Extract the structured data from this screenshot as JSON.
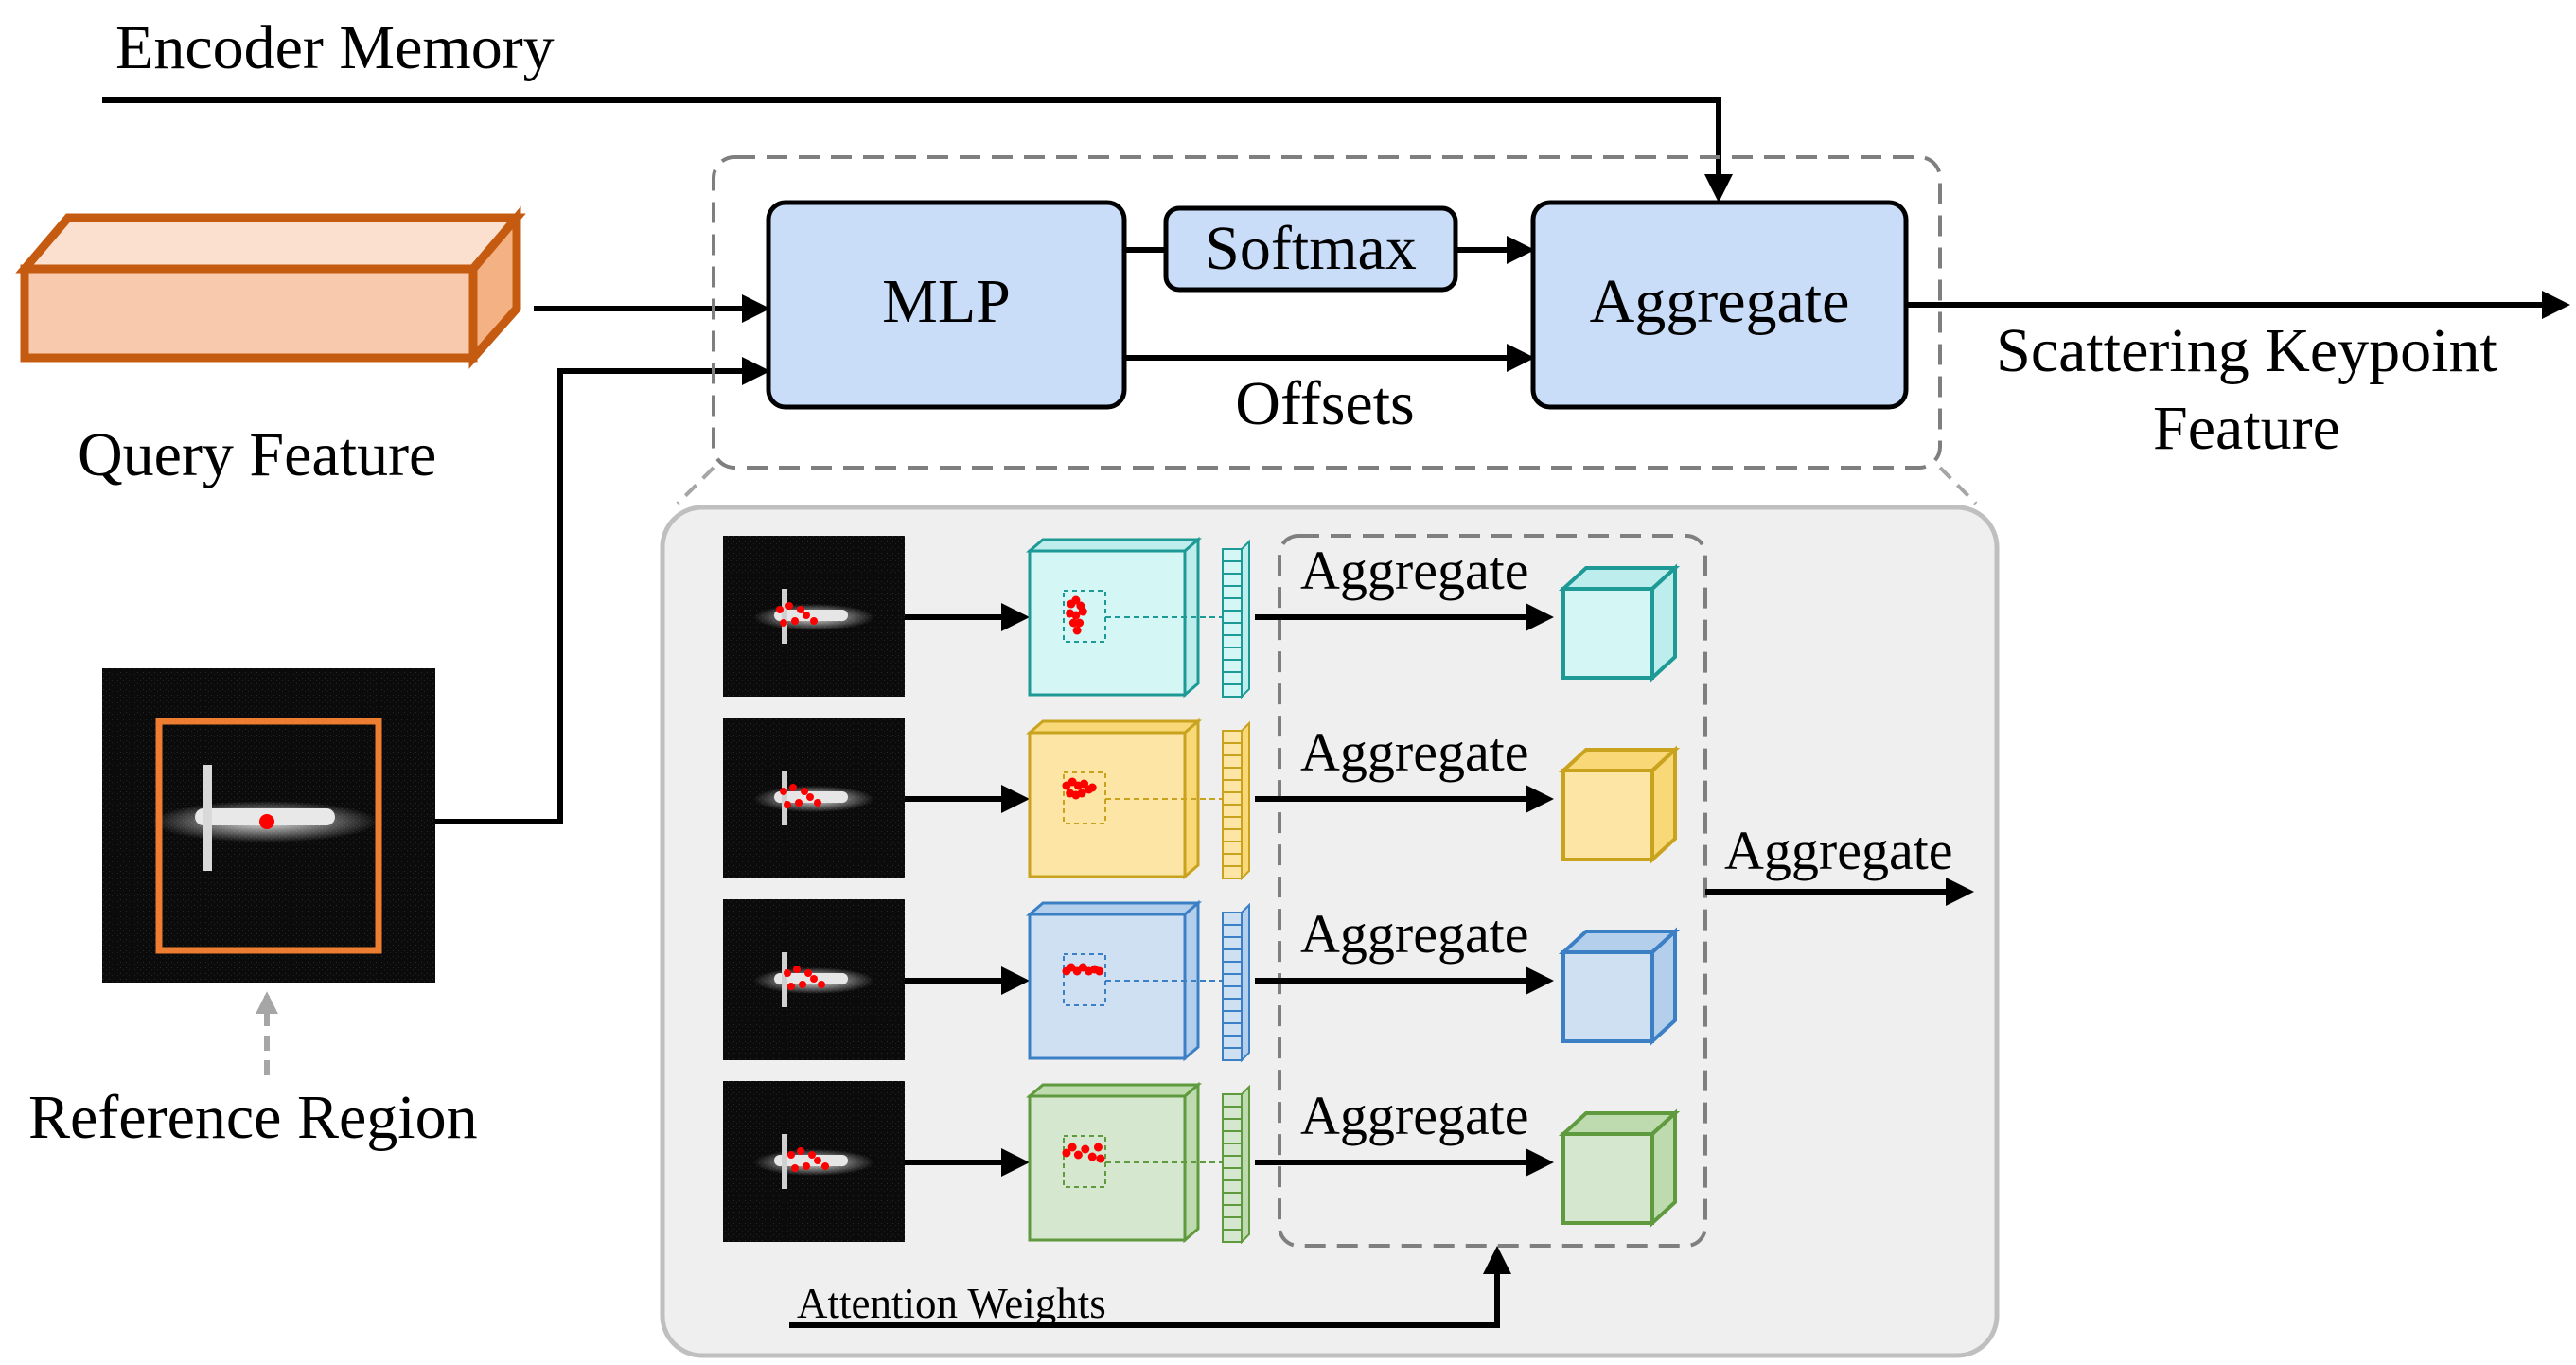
{
  "labels": {
    "encoder_memory": "Encoder Memory",
    "query_feature": "Query Feature",
    "reference_region": "Reference Region",
    "mlp": "MLP",
    "softmax": "Softmax",
    "aggregate_main": "Aggregate",
    "offsets": "Offsets",
    "output_line1": "Scattering Keypoint",
    "output_line2": "Feature",
    "attention_weights": "Attention Weights",
    "final_aggregate": "Aggregate"
  },
  "levels": [
    {
      "name": "level-1",
      "arrow_label": "Aggregate",
      "fill": "#d4f7f6",
      "stroke": "#1e9a96",
      "side": "#bdeeed"
    },
    {
      "name": "level-2",
      "arrow_label": "Aggregate",
      "fill": "#fde6a5",
      "stroke": "#c9a21e",
      "side": "#f8d877"
    },
    {
      "name": "level-3",
      "arrow_label": "Aggregate",
      "fill": "#cfe0f2",
      "stroke": "#3b7fc4",
      "side": "#b4cfec"
    },
    {
      "name": "level-4",
      "arrow_label": "Aggregate",
      "fill": "#d5e8cf",
      "stroke": "#5f9a3e",
      "side": "#bedaaf"
    }
  ],
  "colors": {
    "module_fill": "#c9dcf8",
    "query_box": "#f8c9ad",
    "query_stroke": "#c55a11",
    "reference_box": "#ed7d31",
    "sample_point": "#ff0000",
    "panel_fill": "#efefef",
    "dashed": "#7f7f7f"
  }
}
